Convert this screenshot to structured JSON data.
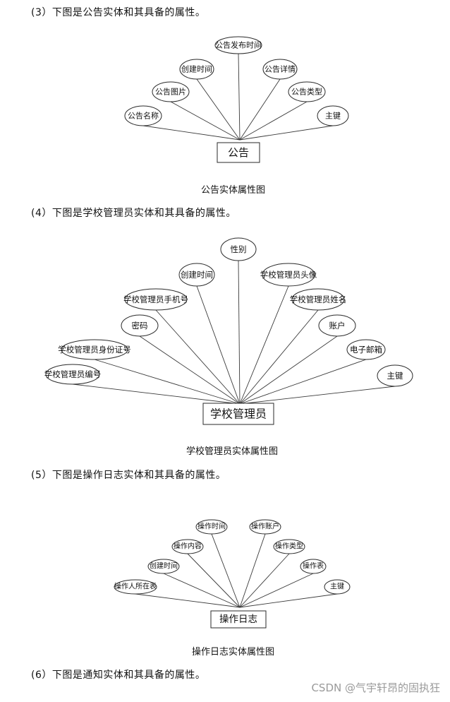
{
  "headings": {
    "h3": "(3）下图是公告实体和其具备的属性。",
    "h4": "(4）下图是学校管理员实体和其具备的属性。",
    "h5": "(5）下图是操作日志实体和其具备的属性。",
    "h6": "(6）下图是通知实体和其具备的属性。"
  },
  "diagrams": [
    {
      "entity": "公告",
      "attributes": [
        "公告名称",
        "公告图片",
        "创建时间",
        "公告发布时间",
        "公告详情",
        "公告类型",
        "主键"
      ],
      "caption": "公告实体属性图"
    },
    {
      "entity": "学校管理员",
      "attributes": [
        "学校管理员编号",
        "学校管理员身份证号",
        "密码",
        "学校管理员手机号",
        "创建时间",
        "性别",
        "学校管理员头像",
        "学校管理员姓名",
        "账户",
        "电子邮箱",
        "主键"
      ],
      "caption": "学校管理员实体属性图"
    },
    {
      "entity": "操作日志",
      "attributes": [
        "操作人所在表",
        "创建时间",
        "操作内容",
        "操作时间",
        "操作账户",
        "操作类型",
        "操作表",
        "主键"
      ],
      "caption": "操作日志实体属性图"
    }
  ],
  "watermark": "CSDN @气宇轩昂的固执狂"
}
